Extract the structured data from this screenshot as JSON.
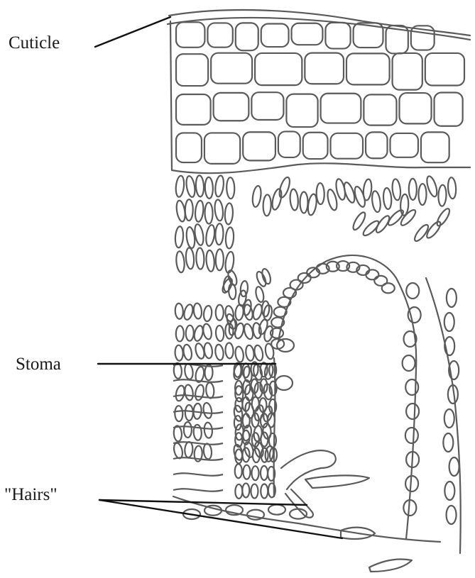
{
  "labels": {
    "cuticle": "Cuticle",
    "stoma": "Stoma",
    "hairs": "\"Hairs\""
  },
  "colors": {
    "ink": "#5a5a5a",
    "leader": "#111111",
    "background": "#ffffff"
  }
}
